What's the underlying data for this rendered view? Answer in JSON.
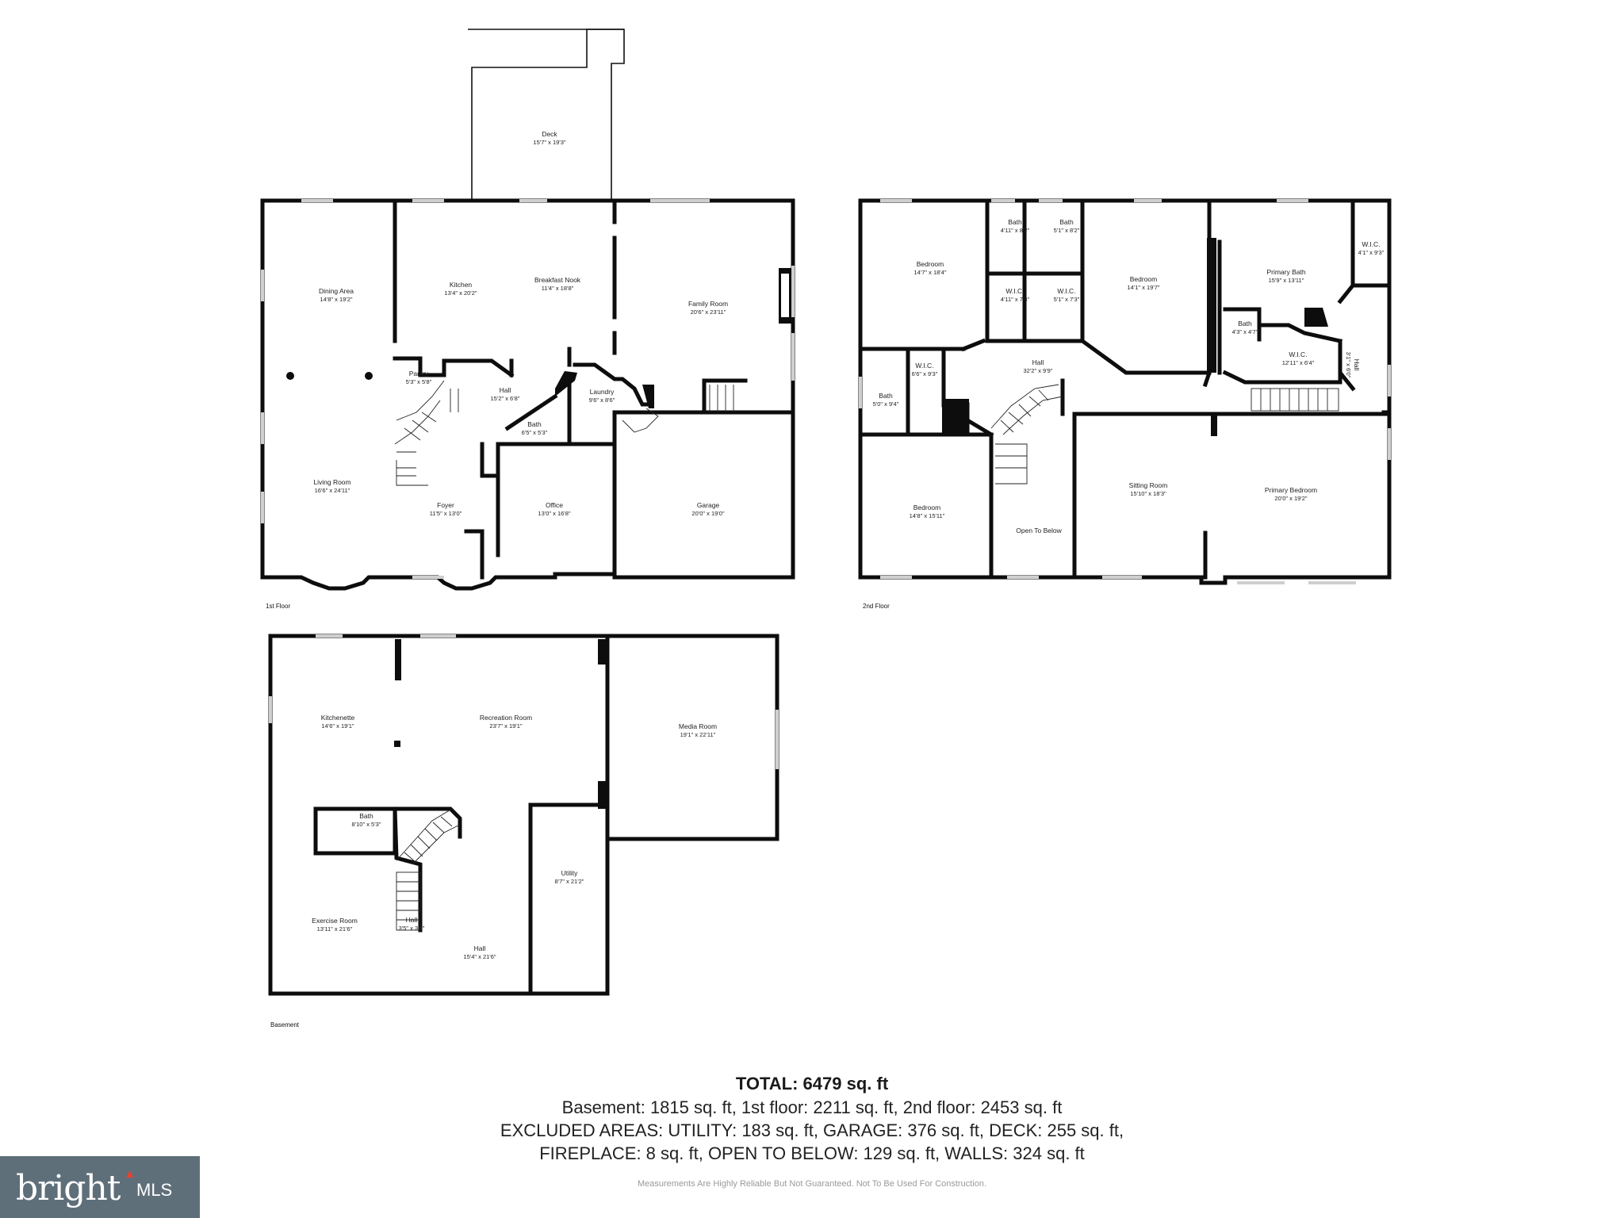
{
  "floors": [
    {
      "id": "first",
      "name": "1st Floor",
      "rooms": [
        {
          "name": "Deck",
          "dims": "15'7\" x 19'3\""
        },
        {
          "name": "Dining Area",
          "dims": "14'8\" x 19'2\""
        },
        {
          "name": "Kitchen",
          "dims": "13'4\" x 20'2\""
        },
        {
          "name": "Breakfast Nook",
          "dims": "11'4\" x 18'8\""
        },
        {
          "name": "Family Room",
          "dims": "20'6\" x 23'11\""
        },
        {
          "name": "Pantry",
          "dims": "5'3\" x 5'8\""
        },
        {
          "name": "Hall",
          "dims": "15'2\" x 6'8\""
        },
        {
          "name": "Laundry",
          "dims": "9'6\" x 8'6\""
        },
        {
          "name": "Bath",
          "dims": "6'5\" x 5'3\""
        },
        {
          "name": "Living Room",
          "dims": "16'6\" x 24'11\""
        },
        {
          "name": "Foyer",
          "dims": "11'5\" x 13'0\""
        },
        {
          "name": "Office",
          "dims": "13'0\" x 16'8\""
        },
        {
          "name": "Garage",
          "dims": "20'0\" x 19'0\""
        }
      ]
    },
    {
      "id": "second",
      "name": "2nd Floor",
      "rooms": [
        {
          "name": "Bedroom",
          "dims": "14'7\" x 18'4\""
        },
        {
          "name": "Bath",
          "dims": "4'11\" x 8'2\""
        },
        {
          "name": "Bath",
          "dims": "5'1\" x 8'2\""
        },
        {
          "name": "W.I.C.",
          "dims": "4'11\" x 7'3\""
        },
        {
          "name": "W.I.C.",
          "dims": "5'1\" x 7'3\""
        },
        {
          "name": "Bedroom",
          "dims": "14'1\" x 19'7\""
        },
        {
          "name": "Primary Bath",
          "dims": "15'9\" x 13'11\""
        },
        {
          "name": "W.I.C.",
          "dims": "4'1\" x 9'3\""
        },
        {
          "name": "Bath",
          "dims": "4'3\" x 4'7\""
        },
        {
          "name": "W.I.C.",
          "dims": "12'11\" x 6'4\""
        },
        {
          "name": "Hall",
          "dims": "3'1\" x 6'0\""
        },
        {
          "name": "Hall",
          "dims": "32'2\" x 9'9\""
        },
        {
          "name": "W.I.C.",
          "dims": "6'6\" x 9'3\""
        },
        {
          "name": "Bath",
          "dims": "5'0\" x 9'4\""
        },
        {
          "name": "Bedroom",
          "dims": "14'8\" x 15'11\""
        },
        {
          "name": "Open To Below",
          "dims": ""
        },
        {
          "name": "Sitting Room",
          "dims": "15'10\" x 18'3\""
        },
        {
          "name": "Primary Bedroom",
          "dims": "20'0\" x 19'2\""
        }
      ]
    },
    {
      "id": "basement",
      "name": "Basement",
      "rooms": [
        {
          "name": "Kitchenette",
          "dims": "14'6\" x 19'1\""
        },
        {
          "name": "Recreation Room",
          "dims": "23'7\" x 19'1\""
        },
        {
          "name": "Media Room",
          "dims": "19'1\" x 22'11\""
        },
        {
          "name": "Bath",
          "dims": "8'10\" x 5'3\""
        },
        {
          "name": "Utility",
          "dims": "8'7\" x 21'2\""
        },
        {
          "name": "Exercise Room",
          "dims": "13'11\" x 21'6\""
        },
        {
          "name": "Hall",
          "dims": "3'5\" x 3'9\""
        },
        {
          "name": "Hall",
          "dims": "15'4\" x 21'6\""
        }
      ]
    }
  ],
  "summary": {
    "total": "TOTAL: 6479 sq. ft",
    "line1": "Basement: 1815 sq. ft, 1st floor: 2211 sq. ft, 2nd floor: 2453 sq. ft",
    "line2": "EXCLUDED AREAS: UTILITY: 183 sq. ft, GARAGE: 376 sq. ft, DECK: 255 sq. ft,",
    "line3": "FIREPLACE: 8 sq. ft, OPEN TO BELOW: 129 sq. ft, WALLS: 324 sq. ft",
    "disclaimer": "Measurements Are Highly Reliable But Not Guaranteed. Not To Be Used For Construction."
  },
  "logo": {
    "text": "bright",
    "suffix": "MLS",
    "accent_color": "#e8412f",
    "background": "#5f6f7a"
  }
}
